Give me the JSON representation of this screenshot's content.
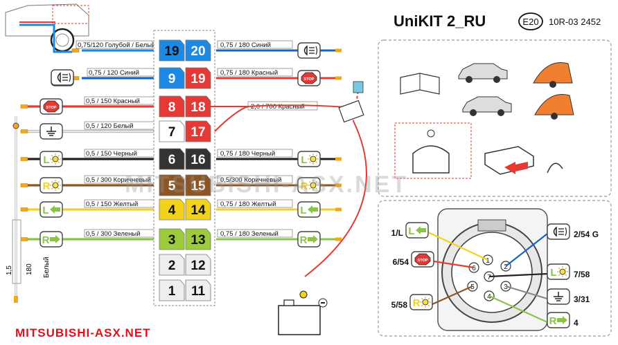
{
  "header": {
    "title": "UniKIT 2_RU",
    "e_mark": "E20",
    "approval": "10R-03 2452"
  },
  "watermark": "MITSUBISHI-ASX.NET",
  "footer": {
    "brand": "MITSUBISHI-ASX.NET"
  },
  "left_wires": [
    {
      "label": "0,75/120 Голубой / Белый",
      "icon": "fog-lamp-icon",
      "color": "#1e88e5"
    },
    {
      "label": "0,75 / 120 Синий",
      "icon": "fog-lamp-icon",
      "color": "#1565c0"
    },
    {
      "label": "0,5 / 150 Красный",
      "icon": "stop-lamp-icon",
      "color": "#e53935"
    },
    {
      "label": "0,5 / 120 Белый",
      "icon": "ground-icon",
      "color": "#e6e6e6"
    },
    {
      "label": "0,5 / 150 Черный",
      "icon": "left-turn-lamp-icon",
      "color": "#222222"
    },
    {
      "label": "0,5 / 300 Коричневый",
      "icon": "right-turn-lamp-icon",
      "color": "#8d5524"
    },
    {
      "label": "0,5 / 150 Желтый",
      "icon": "left-turn-arrow-icon",
      "color": "#f2d21b"
    },
    {
      "label": "0,5 / 300 Зеленый",
      "icon": "right-turn-arrow-icon",
      "color": "#8bc34a"
    }
  ],
  "right_wires": [
    {
      "label": "0,75 / 180 Синий",
      "icon": "fog-lamp-icon",
      "color": "#1565c0"
    },
    {
      "label": "0,75 / 180 Красный",
      "icon": "stop-lamp-icon",
      "color": "#e53935"
    },
    {
      "label": "2,0 / 700 Красный",
      "icon": "fuse-icon",
      "color": "#e53935"
    },
    {
      "label": "0,75 / 180 Черный",
      "icon": "left-turn-lamp-icon",
      "color": "#222222"
    },
    {
      "label": "0,5/300 Коричневый",
      "icon": "right-turn-lamp-icon",
      "color": "#8d5524"
    },
    {
      "label": "0,75 / 180 Желтый",
      "icon": "left-turn-arrow-icon",
      "color": "#f2d21b"
    },
    {
      "label": "0,75 / 180 Зеленый",
      "icon": "right-turn-arrow-icon",
      "color": "#8bc34a"
    }
  ],
  "pins_left": [
    {
      "n": "19",
      "color": "#1e88e5",
      "text": "#111111"
    },
    {
      "n": "9",
      "color": "#1e88e5",
      "text": "#ffffff"
    },
    {
      "n": "8",
      "color": "#e53935",
      "text": "#ffffff"
    },
    {
      "n": "7",
      "color": "#ffffff",
      "text": "#111111"
    },
    {
      "n": "6",
      "color": "#333333",
      "text": "#ffffff"
    },
    {
      "n": "5",
      "color": "#8d5524",
      "text": "#ffffff"
    },
    {
      "n": "4",
      "color": "#f2d21b",
      "text": "#111111"
    },
    {
      "n": "3",
      "color": "#9ccc3c",
      "text": "#111111"
    },
    {
      "n": "2",
      "color": "#eeeeee",
      "text": "#111111"
    },
    {
      "n": "1",
      "color": "#eeeeee",
      "text": "#111111"
    }
  ],
  "pins_right": [
    {
      "n": "20",
      "color": "#1e88e5",
      "text": "#ffffff"
    },
    {
      "n": "19",
      "color": "#e53935",
      "text": "#ffffff"
    },
    {
      "n": "18",
      "color": "#e53935",
      "text": "#ffffff"
    },
    {
      "n": "17",
      "color": "#e53935",
      "text": "#ffffff"
    },
    {
      "n": "16",
      "color": "#333333",
      "text": "#ffffff"
    },
    {
      "n": "15",
      "color": "#8d5524",
      "text": "#ffffff"
    },
    {
      "n": "14",
      "color": "#f2d21b",
      "text": "#111111"
    },
    {
      "n": "13",
      "color": "#9ccc3c",
      "text": "#111111"
    },
    {
      "n": "12",
      "color": "#eeeeee",
      "text": "#111111"
    },
    {
      "n": "11",
      "color": "#eeeeee",
      "text": "#111111"
    }
  ],
  "vertical_wire": {
    "gauge": "1,5",
    "length": "180",
    "color_label": "Белый"
  },
  "socket_pins": [
    "1",
    "2",
    "3",
    "4",
    "5",
    "6",
    "7"
  ],
  "socket_labels": {
    "top_left": "1/L",
    "mid_left": "6/54",
    "bottom_left": "5/58",
    "top_right": "2/54 G",
    "mid_right": "7/58",
    "low_right": "3/31",
    "bottom_right": "4"
  },
  "colors": {
    "red": "#e53935",
    "blue": "#1e88e5",
    "green": "#8bc34a",
    "yellow": "#f2d21b",
    "orange": "#f08030"
  }
}
